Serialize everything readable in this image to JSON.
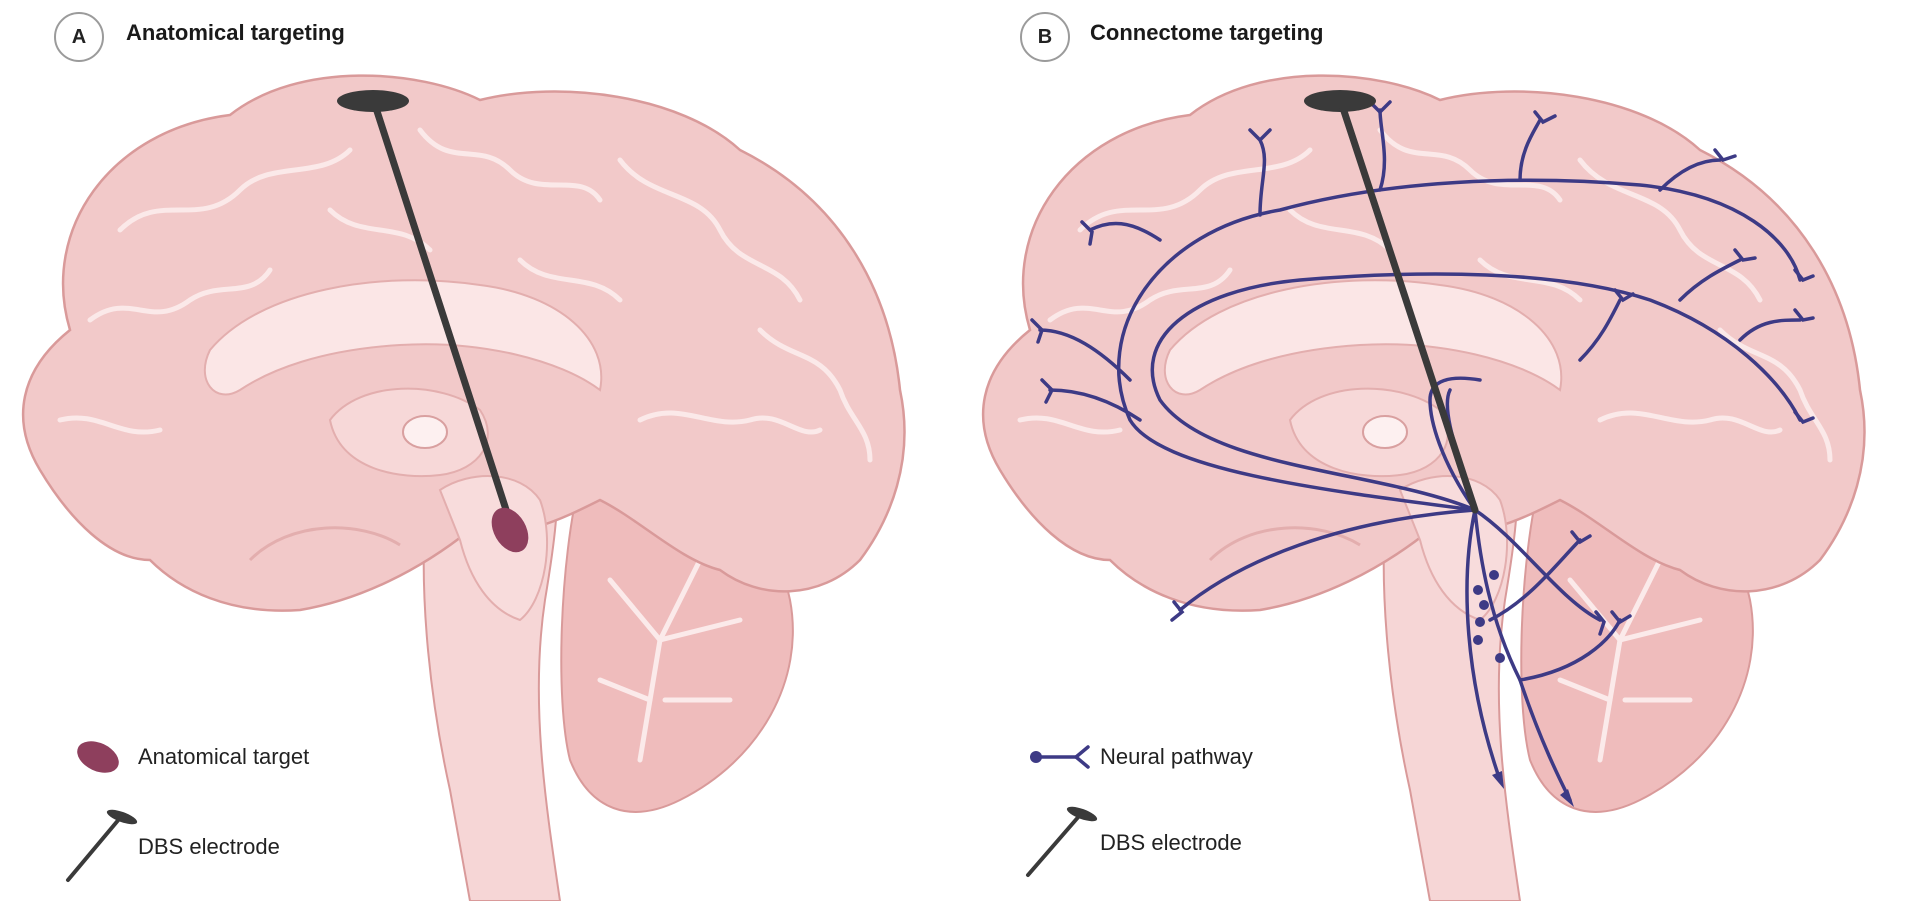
{
  "panel_a": {
    "badge": "A",
    "title": "Anatomical targeting",
    "legend": {
      "target_label": "Anatomical target",
      "electrode_label": "DBS electrode"
    }
  },
  "panel_b": {
    "badge": "B",
    "title": "Connectome targeting",
    "legend": {
      "pathway_label": "Neural pathway",
      "electrode_label": "DBS electrode"
    }
  },
  "colors": {
    "brain_fill": "#f2c9c9",
    "brain_outline": "#d99a9a",
    "gyri_line": "#fbe8e8",
    "electrode": "#3a3a3a",
    "target": "#8e3f5d",
    "pathway": "#3d3a85"
  }
}
